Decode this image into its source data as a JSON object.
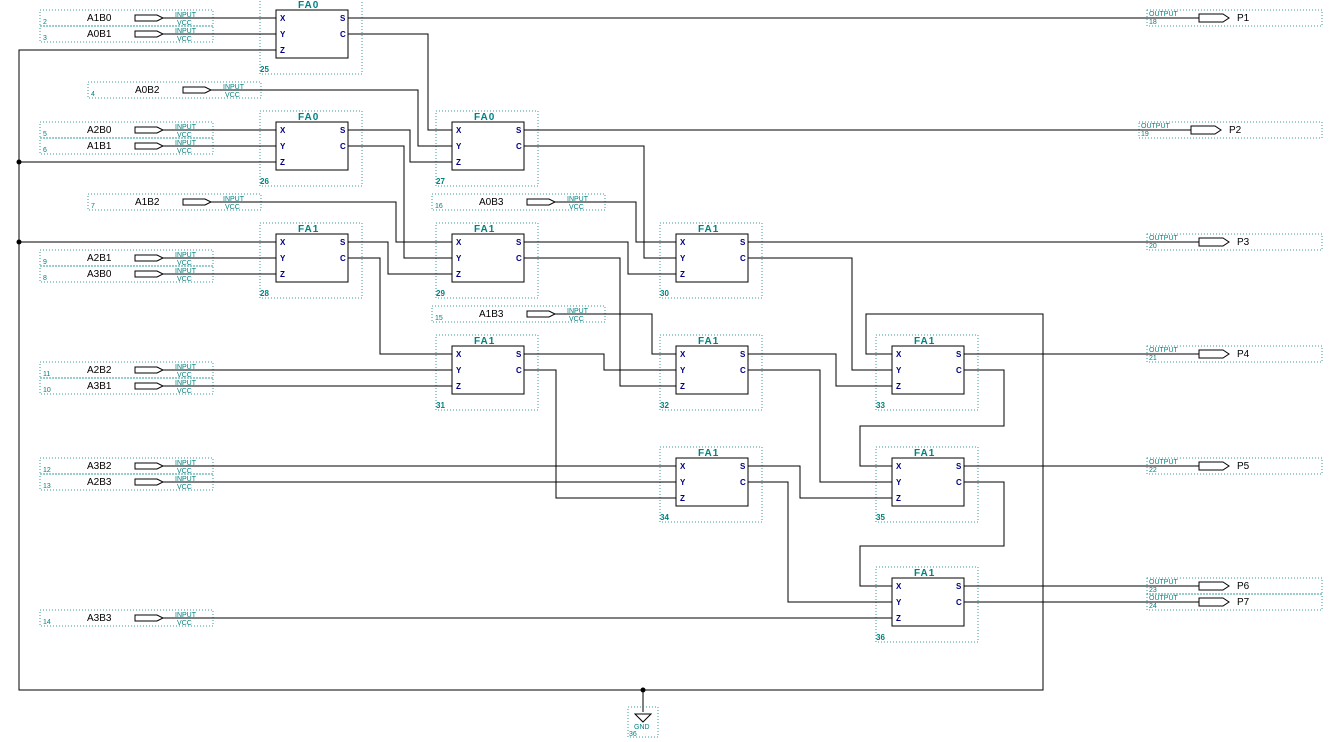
{
  "input_pins": [
    {
      "name": "A1B0",
      "num": "2",
      "kind": "INPUT",
      "src": "VCC"
    },
    {
      "name": "A0B1",
      "num": "3",
      "kind": "INPUT",
      "src": "VCC"
    },
    {
      "name": "A0B2",
      "num": "4",
      "kind": "INPUT",
      "src": "VCC"
    },
    {
      "name": "A2B0",
      "num": "5",
      "kind": "INPUT",
      "src": "VCC"
    },
    {
      "name": "A1B1",
      "num": "6",
      "kind": "INPUT",
      "src": "VCC"
    },
    {
      "name": "A1B2",
      "num": "7",
      "kind": "INPUT",
      "src": "VCC"
    },
    {
      "name": "A2B1",
      "num": "9",
      "kind": "INPUT",
      "src": "VCC"
    },
    {
      "name": "A3B0",
      "num": "8",
      "kind": "INPUT",
      "src": "VCC"
    },
    {
      "name": "A0B3",
      "num": "16",
      "kind": "INPUT",
      "src": "VCC"
    },
    {
      "name": "A1B3",
      "num": "15",
      "kind": "INPUT",
      "src": "VCC"
    },
    {
      "name": "A2B2",
      "num": "11",
      "kind": "INPUT",
      "src": "VCC"
    },
    {
      "name": "A3B1",
      "num": "10",
      "kind": "INPUT",
      "src": "VCC"
    },
    {
      "name": "A3B2",
      "num": "12",
      "kind": "INPUT",
      "src": "VCC"
    },
    {
      "name": "A2B3",
      "num": "13",
      "kind": "INPUT",
      "src": "VCC"
    },
    {
      "name": "A3B3",
      "num": "14",
      "kind": "INPUT",
      "src": "VCC"
    }
  ],
  "output_pins": [
    {
      "name": "P1",
      "num": "18",
      "kind": "OUTPUT"
    },
    {
      "name": "P2",
      "num": "19",
      "kind": "OUTPUT"
    },
    {
      "name": "P3",
      "num": "20",
      "kind": "OUTPUT"
    },
    {
      "name": "P4",
      "num": "21",
      "kind": "OUTPUT"
    },
    {
      "name": "P5",
      "num": "22",
      "kind": "OUTPUT"
    },
    {
      "name": "P6",
      "num": "23",
      "kind": "OUTPUT"
    },
    {
      "name": "P7",
      "num": "24",
      "kind": "OUTPUT"
    }
  ],
  "blocks": [
    {
      "type": "FA0",
      "id": "25",
      "ports": [
        "X",
        "Y",
        "Z"
      ],
      "outs": [
        "S",
        "C"
      ]
    },
    {
      "type": "FA0",
      "id": "26",
      "ports": [
        "X",
        "Y",
        "Z"
      ],
      "outs": [
        "S",
        "C"
      ]
    },
    {
      "type": "FA0",
      "id": "27",
      "ports": [
        "X",
        "Y",
        "Z"
      ],
      "outs": [
        "S",
        "C"
      ]
    },
    {
      "type": "FA1",
      "id": "28",
      "ports": [
        "X",
        "Y",
        "Z"
      ],
      "outs": [
        "S",
        "C"
      ]
    },
    {
      "type": "FA1",
      "id": "29",
      "ports": [
        "X",
        "Y",
        "Z"
      ],
      "outs": [
        "S",
        "C"
      ]
    },
    {
      "type": "FA1",
      "id": "30",
      "ports": [
        "X",
        "Y",
        "Z"
      ],
      "outs": [
        "S",
        "C"
      ]
    },
    {
      "type": "FA1",
      "id": "31",
      "ports": [
        "X",
        "Y",
        "Z"
      ],
      "outs": [
        "S",
        "C"
      ]
    },
    {
      "type": "FA1",
      "id": "32",
      "ports": [
        "X",
        "Y",
        "Z"
      ],
      "outs": [
        "S",
        "C"
      ]
    },
    {
      "type": "FA1",
      "id": "33",
      "ports": [
        "X",
        "Y",
        "Z"
      ],
      "outs": [
        "S",
        "C"
      ]
    },
    {
      "type": "FA1",
      "id": "34",
      "ports": [
        "X",
        "Y",
        "Z"
      ],
      "outs": [
        "S",
        "C"
      ]
    },
    {
      "type": "FA1",
      "id": "35",
      "ports": [
        "X",
        "Y",
        "Z"
      ],
      "outs": [
        "S",
        "C"
      ]
    },
    {
      "type": "FA1",
      "id": "36",
      "ports": [
        "X",
        "Y",
        "Z"
      ],
      "outs": [
        "S",
        "C"
      ]
    }
  ],
  "gnd": {
    "label": "GND",
    "num": "36"
  }
}
